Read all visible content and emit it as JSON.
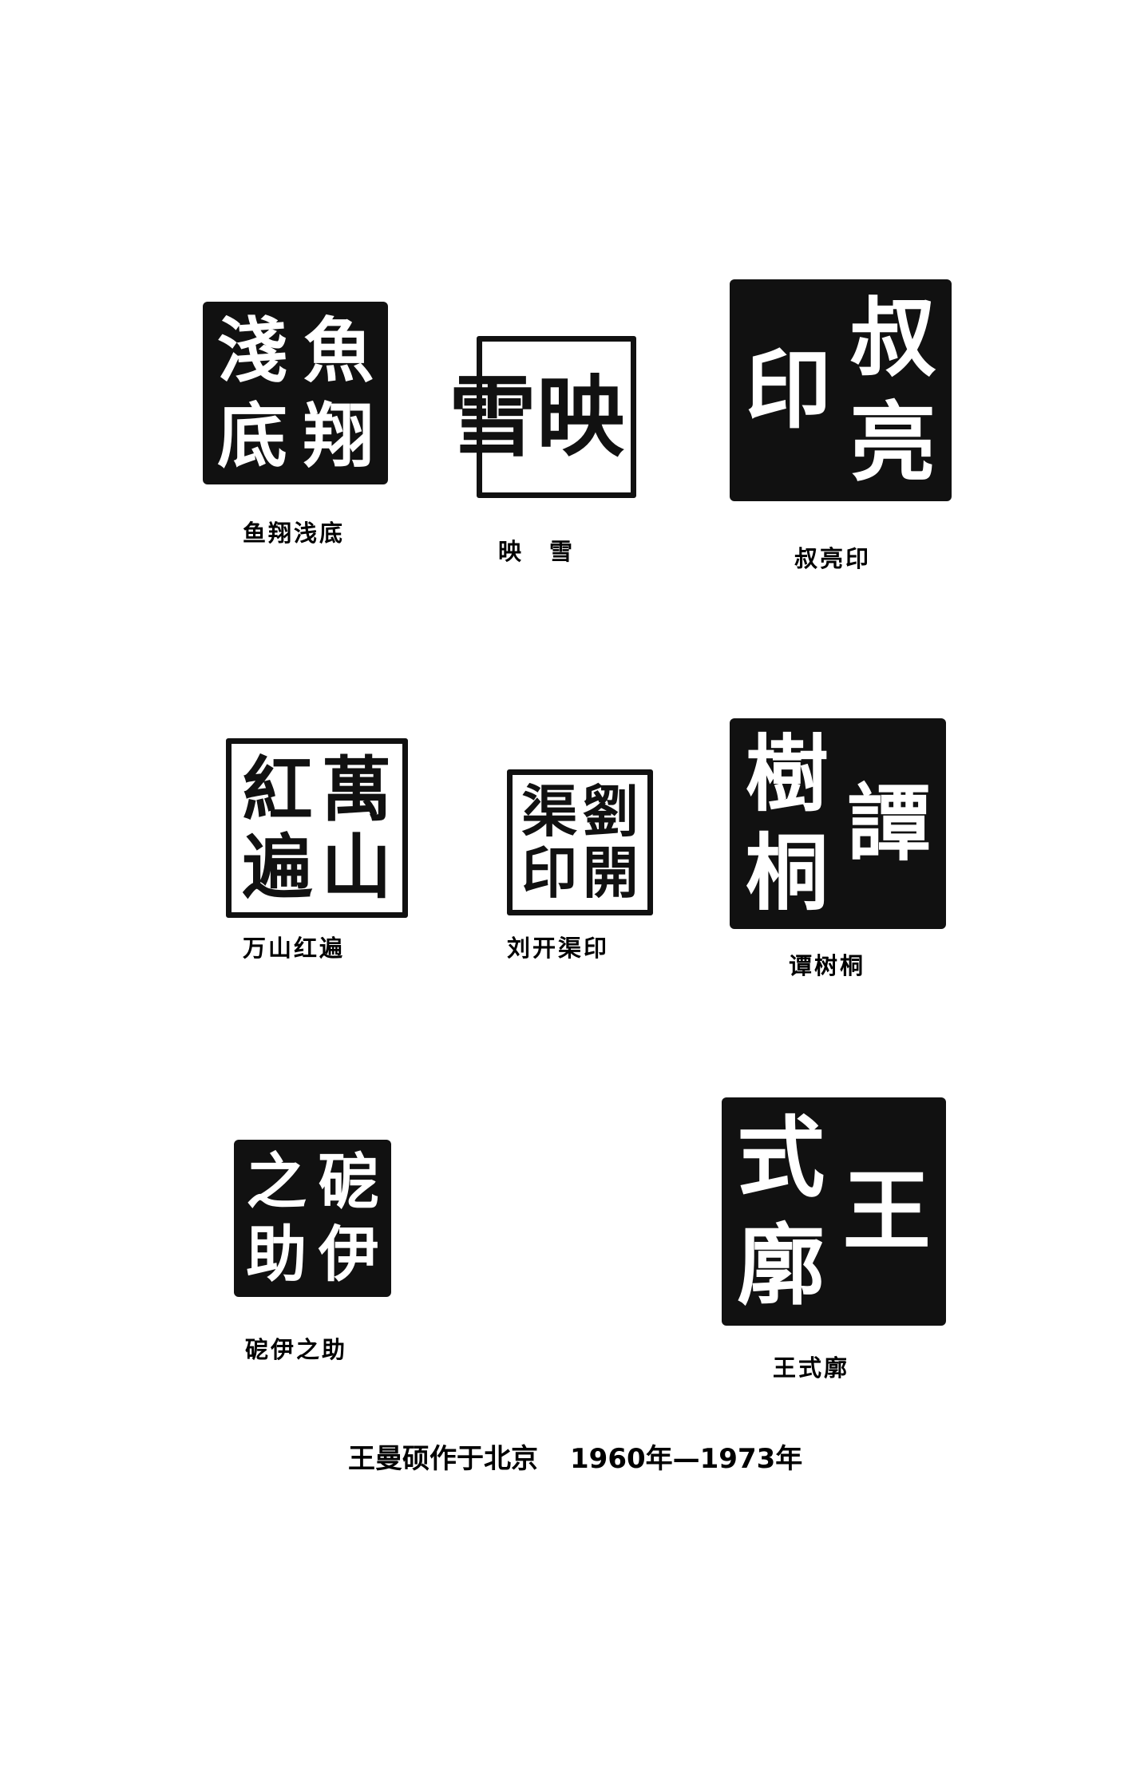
{
  "seals": [
    {
      "caption": "鱼翔浅底",
      "seal_text": [
        "魚",
        "翔",
        "淺",
        "底"
      ],
      "style": "baiwen"
    },
    {
      "caption": "映　雪",
      "seal_text": [
        "映",
        "雪"
      ],
      "style": "zhuwen"
    },
    {
      "caption": "叔亮印",
      "seal_text": [
        "叔",
        "亮",
        "印"
      ],
      "style": "baiwen"
    },
    {
      "caption": "万山红遍",
      "seal_text": [
        "萬",
        "山",
        "紅",
        "遍"
      ],
      "style": "zhuwen"
    },
    {
      "caption": "刘开渠印",
      "seal_text": [
        "劉",
        "開",
        "渠",
        "印"
      ],
      "style": "zhuwen"
    },
    {
      "caption": "谭树桐",
      "seal_text": [
        "譚",
        "樹",
        "桐"
      ],
      "style": "baiwen"
    },
    {
      "caption": "砨伊之助",
      "seal_text": [
        "砨",
        "伊",
        "之",
        "助"
      ],
      "style": "baiwen"
    },
    {
      "caption": "王式廓",
      "seal_text": [
        "王",
        "式",
        "廓"
      ],
      "style": "baiwen"
    }
  ],
  "footer": {
    "text": "王曼硕作于北京",
    "years": "1960年—1973年"
  }
}
